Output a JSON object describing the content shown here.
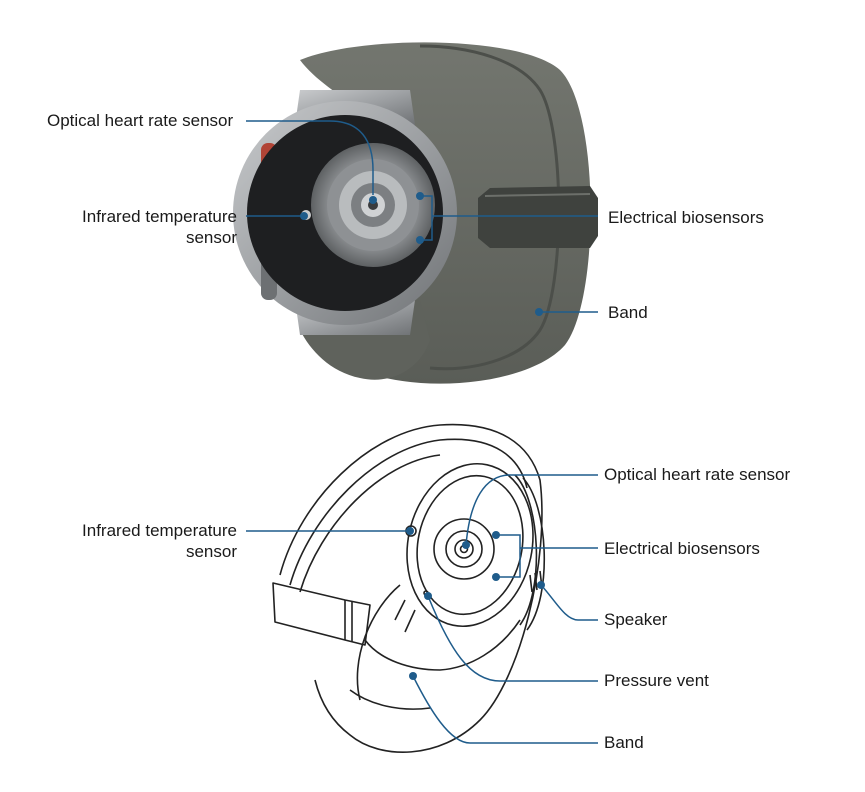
{
  "top_view": {
    "labels": {
      "optical_hr": "Optical heart rate sensor",
      "infrared_line1": "Infrared temperature",
      "infrared_line2": "sensor",
      "electrical": "Electrical biosensors",
      "band": "Band"
    }
  },
  "bottom_view": {
    "labels": {
      "infrared_line1": "Infrared temperature",
      "infrared_line2": "sensor",
      "optical_hr": "Optical heart rate sensor",
      "electrical": "Electrical biosensors",
      "speaker": "Speaker",
      "pressure_vent": "Pressure vent",
      "band": "Band"
    }
  },
  "colors": {
    "callout_line": "#1f5c8b",
    "band_fill": "#676a63",
    "band_dark": "#4f524c",
    "case_silver": "#a7a9ab",
    "sensor_dark": "#1c1d1f",
    "line_art": "#222222"
  }
}
